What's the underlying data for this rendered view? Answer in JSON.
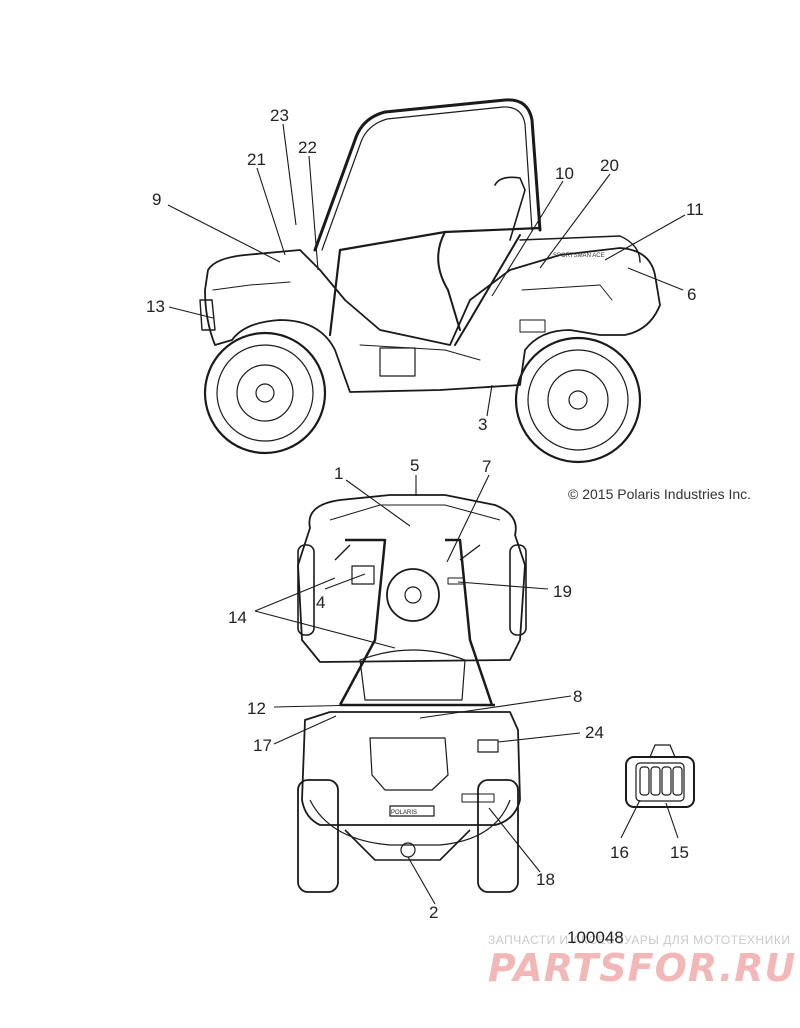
{
  "copyright": "© 2015 Polaris Industries Inc.",
  "figure_number": "100048",
  "brand_text": "SPORTSMAN ACE",
  "rear_brand_text": "POLARIS",
  "watermark": {
    "line": "ЗАПЧАСТИ И АКСЕССУАРЫ ДЛЯ МОТОТЕХНИКИ",
    "logo": "PARTSFOR.RU"
  },
  "callouts": {
    "c1": "1",
    "c2": "2",
    "c3": "3",
    "c4": "4",
    "c5": "5",
    "c6": "6",
    "c7": "7",
    "c8": "8",
    "c9": "9",
    "c10": "10",
    "c11": "11",
    "c12": "12",
    "c13": "13",
    "c14": "14",
    "c15": "15",
    "c16": "16",
    "c17": "17",
    "c18": "18",
    "c19": "19",
    "c20": "20",
    "c21": "21",
    "c22": "22",
    "c23": "23",
    "c24": "24"
  }
}
